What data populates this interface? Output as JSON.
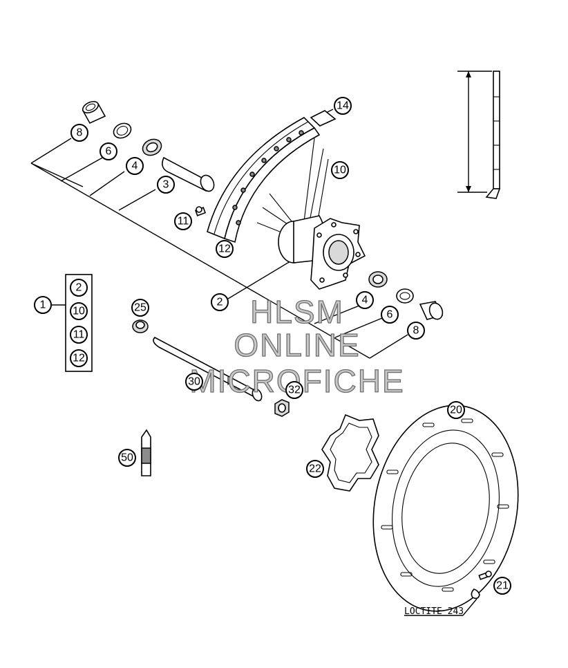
{
  "diagram": {
    "callouts": {
      "c8a": "8",
      "c6a": "6",
      "c4a": "4",
      "c3": "3",
      "c14": "14",
      "c10": "10",
      "c11": "11",
      "c12": "12",
      "c1": "1",
      "g2": "2",
      "g10": "10",
      "g11": "11",
      "g12": "12",
      "c2": "2",
      "c4b": "4",
      "c6b": "6",
      "c8b": "8",
      "c25": "25",
      "c30": "30",
      "c32": "32",
      "c50": "50",
      "c20": "20",
      "c22": "22",
      "c21": "21"
    },
    "note": "LOCTITE 243"
  },
  "watermark": {
    "line1": "HLSM",
    "line2": "ONLINE",
    "line3": "MICROFICHE"
  }
}
